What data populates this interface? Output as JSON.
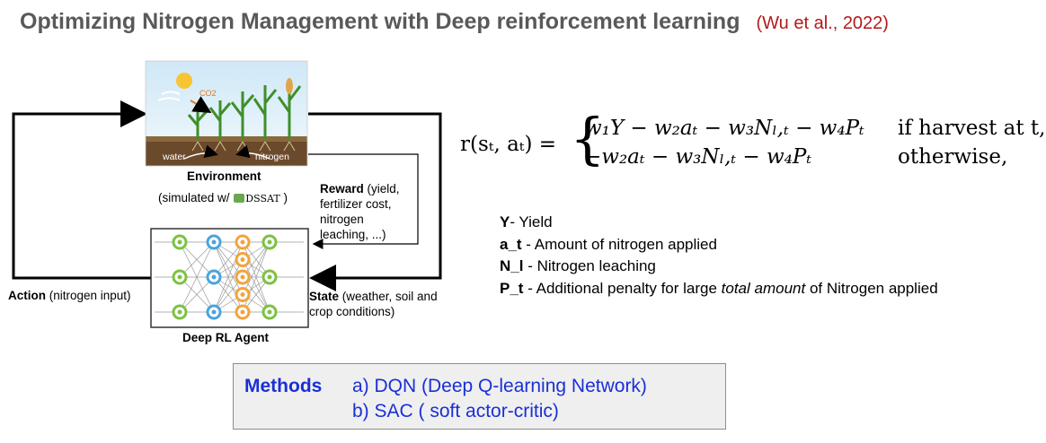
{
  "title": "Optimizing Nitrogen Management with Deep reinforcement learning",
  "citation": "(Wu et al., 2022)",
  "environment": {
    "label": "Environment",
    "simulated_prefix": "(simulated w/",
    "simulator": "DSSAT",
    "simulated_suffix": ")",
    "water_label": "water",
    "nitrogen_label": "nitrogen",
    "co2_label": "CO2"
  },
  "reward": {
    "bold": "Reward",
    "line1": " (yield,",
    "line2": "fertilizer cost,",
    "line3": "nitrogen",
    "line4": "leaching, ...)"
  },
  "action": {
    "bold": "Action",
    "text": " (nitrogen input)"
  },
  "state": {
    "bold": "State",
    "line1": " (weather, soil and",
    "line2": "crop conditions)"
  },
  "agent_label": "Deep RL Agent",
  "formula": {
    "lhs": "r(sₜ, aₜ) =",
    "case1": "w₁Y − w₂aₜ − w₃Nₗ,ₜ − w₄Pₜ",
    "cond1": "if harvest at t,",
    "case2": "−w₂aₜ − w₃Nₗ,ₜ − w₄Pₜ",
    "cond2": "otherwise,"
  },
  "definitions": [
    {
      "term": "Y",
      "desc": "- Yield"
    },
    {
      "term": "a_t",
      "desc": " - Amount of nitrogen applied"
    },
    {
      "term": "N_l",
      "desc": " - Nitrogen leaching"
    },
    {
      "term": "P_t",
      "desc_before": " - Additional penalty for large ",
      "desc_italic": "total amount",
      "desc_after": " of Nitrogen applied"
    }
  ],
  "methods": {
    "label": "Methods",
    "items": [
      "a) DQN (Deep Q-learning Network)",
      "b) SAC ( soft actor-critic)"
    ]
  },
  "colors": {
    "title": "#595959",
    "citation": "#b41a1a",
    "methods_text": "#1a2fd6",
    "nn_green": "#7cc242",
    "nn_blue": "#4aa3df",
    "nn_orange": "#f3a33b"
  }
}
